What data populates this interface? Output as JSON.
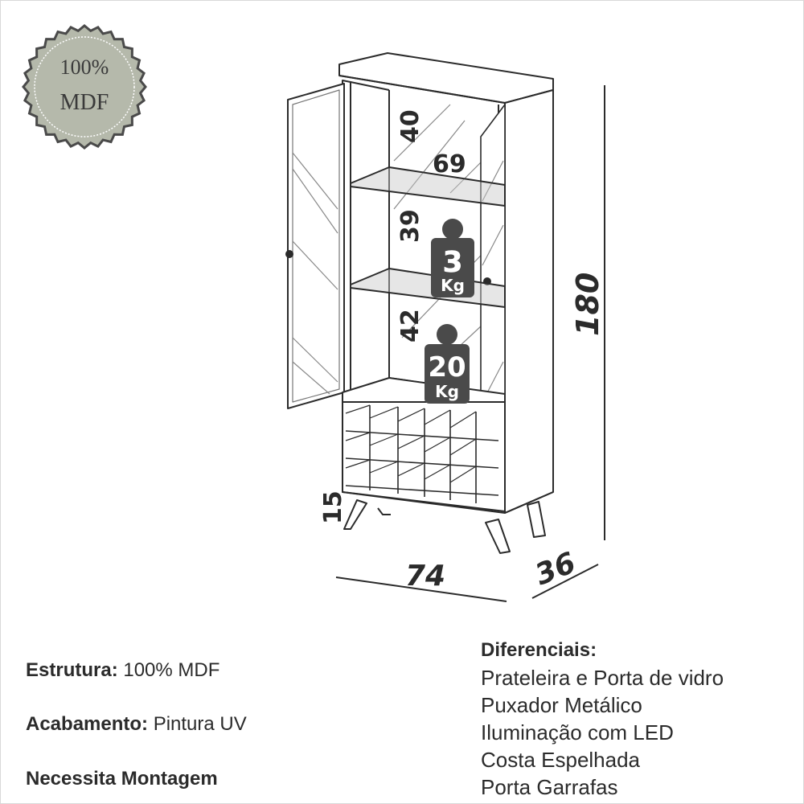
{
  "badge": {
    "line1": "100%",
    "line2": "MDF"
  },
  "dimensions": {
    "height_total": "180",
    "width": "74",
    "depth": "36",
    "leg_height": "15",
    "top_gap": "40",
    "shelf_width": "69",
    "middle_gap": "39",
    "bottom_gap": "42"
  },
  "loads": [
    {
      "value": "3",
      "unit": "Kg"
    },
    {
      "value": "20",
      "unit": "Kg"
    }
  ],
  "specs": [
    {
      "label": "Estrutura:",
      "value": "100% MDF"
    },
    {
      "label": "Acabamento:",
      "value": "Pintura UV"
    },
    {
      "label": "Necessita Montagem",
      "value": ""
    }
  ],
  "diferenciais": {
    "title": "Diferenciais:",
    "items": [
      "Prateleira e Porta  de vidro",
      "Puxador Metálico",
      "Iluminação com LED",
      "Costa Espelhada",
      "Porta Garrafas"
    ]
  },
  "colors": {
    "badge_fill": "#b5b9ab",
    "badge_stroke": "#4a4a4a",
    "ink": "#2b2b2b",
    "glass": "#c8c8c8"
  }
}
